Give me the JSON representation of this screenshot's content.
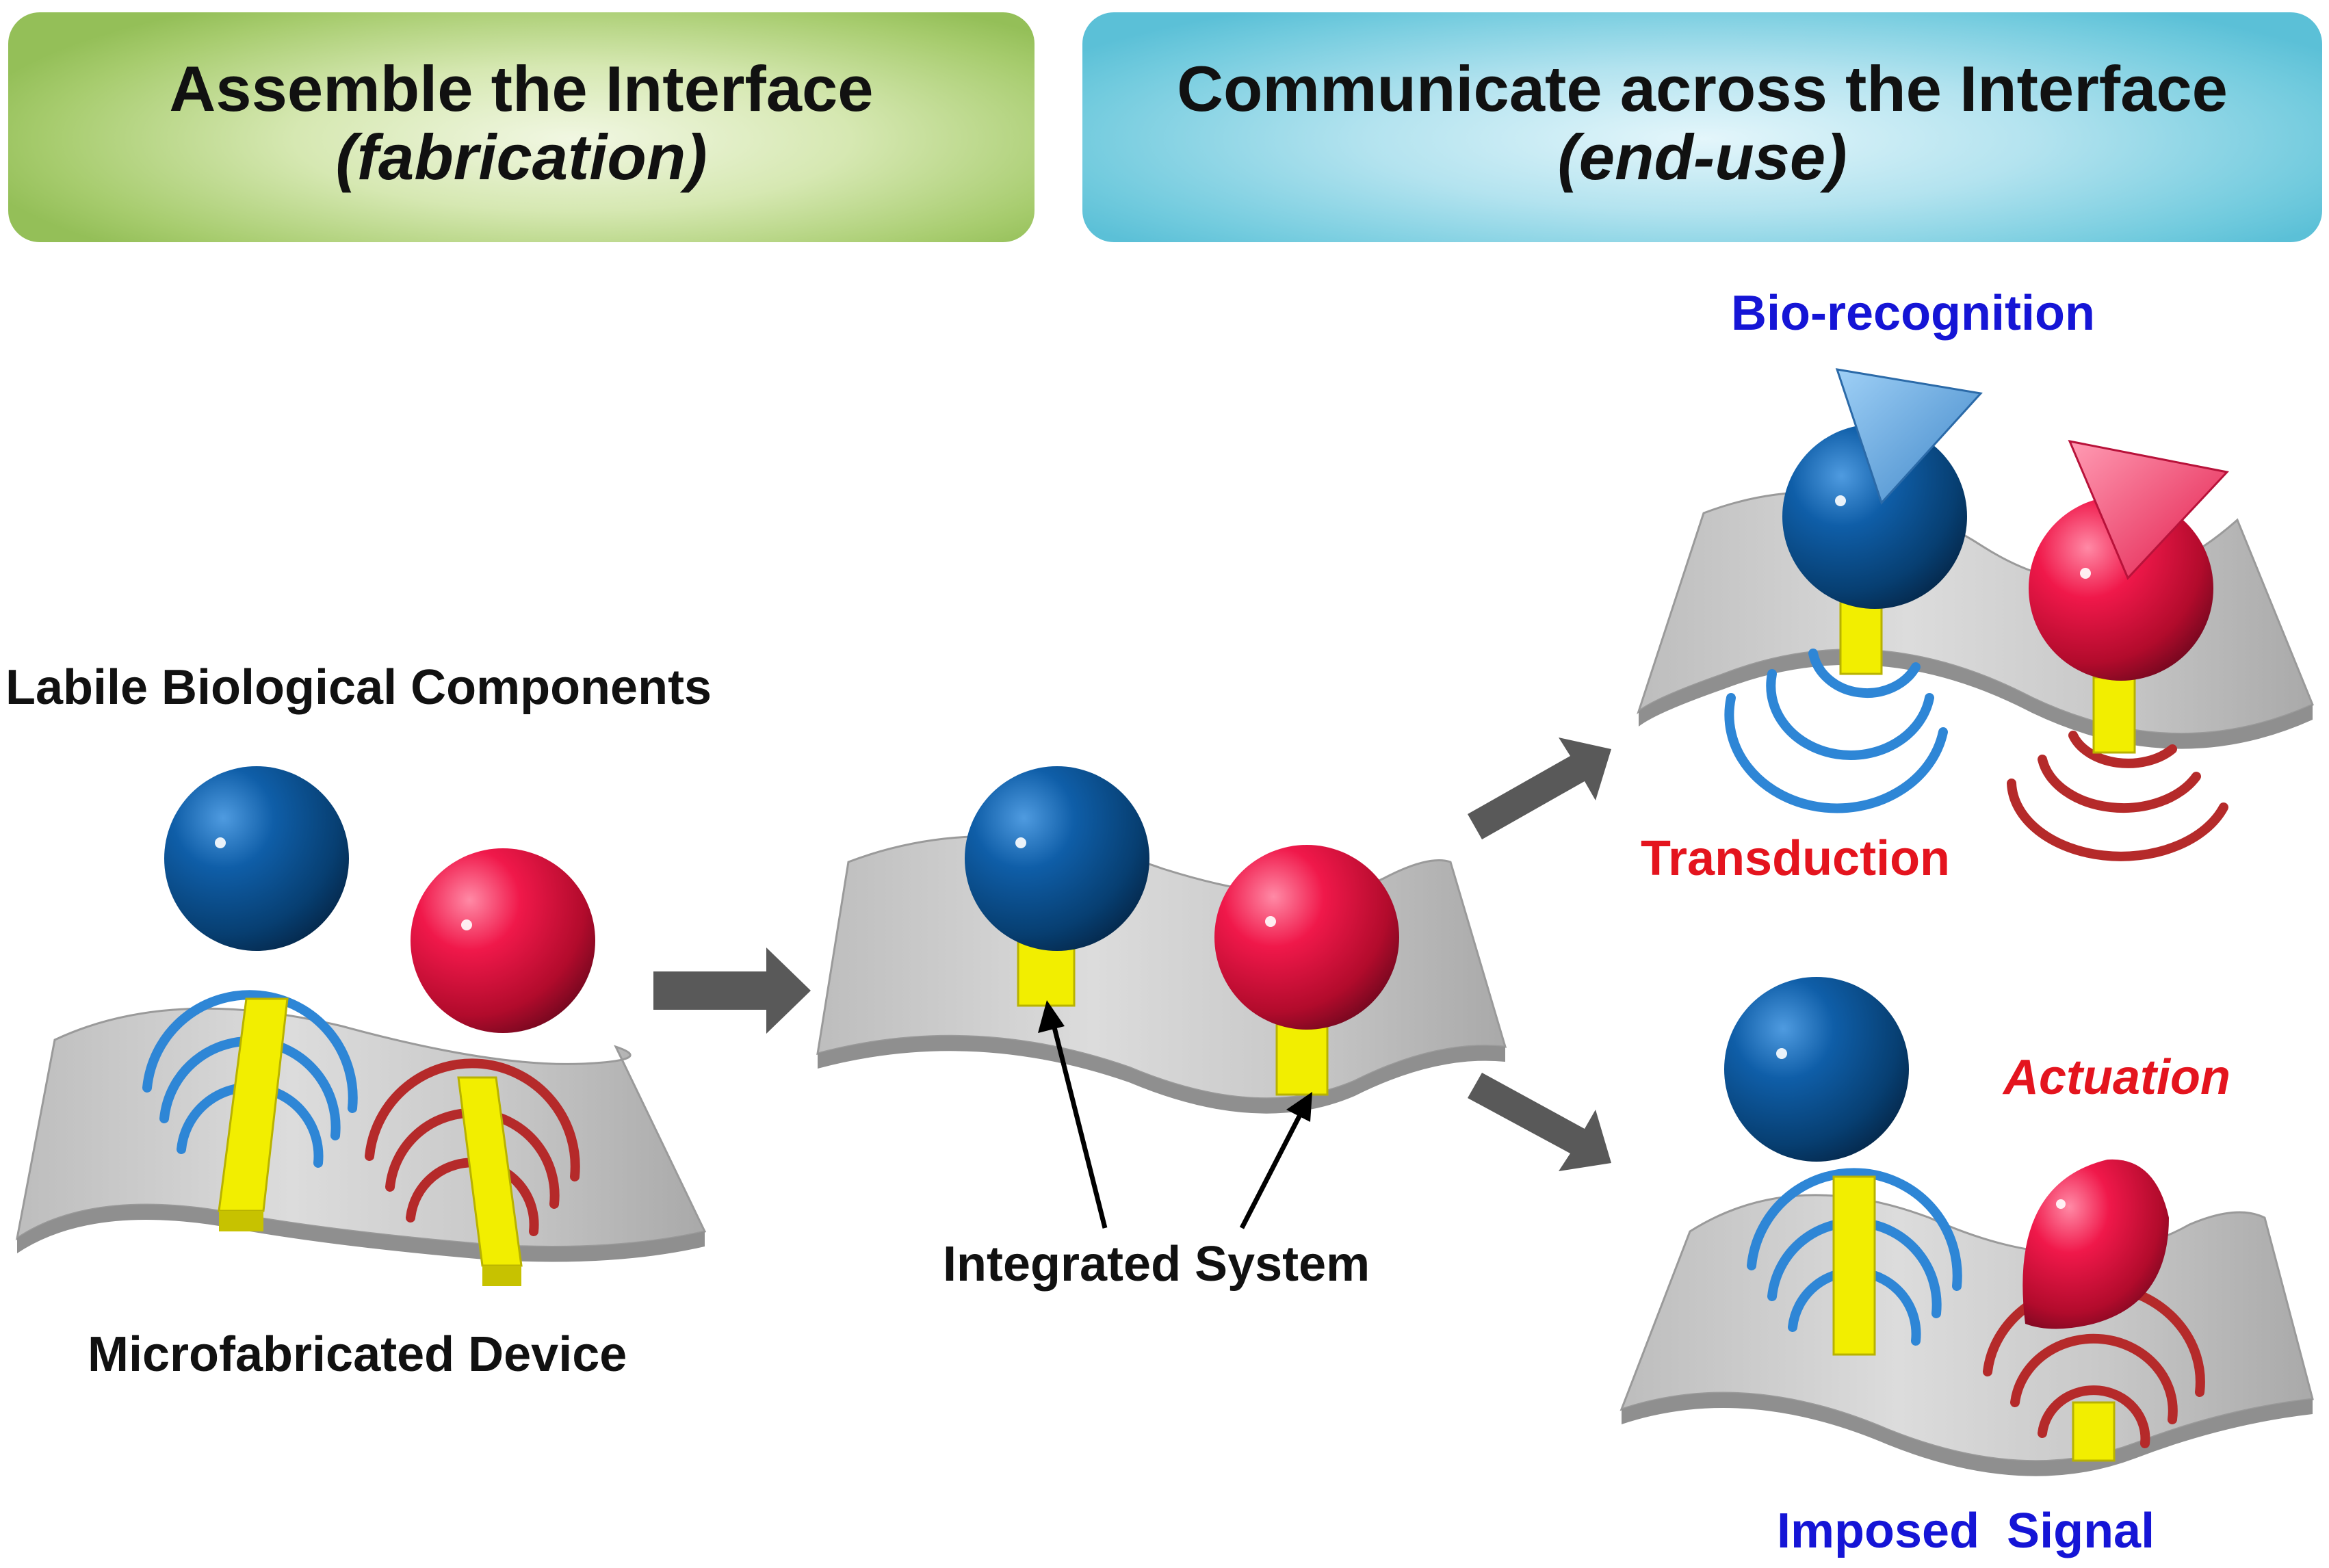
{
  "banners": {
    "fabrication": {
      "title": "Assemble the Interface",
      "subtitle": "(fabrication)"
    },
    "end_use": {
      "title": "Communicate across the Interface",
      "subtitle": "(end-use)"
    }
  },
  "labels": {
    "labile_components": "Labile Biological Components",
    "microfabricated_device": "Microfabricated Device",
    "integrated_system": "Integrated System",
    "bio_recognition": "Bio-recognition",
    "transduction": "Transduction",
    "actuation": "Actuation",
    "imposed_signal": "Imposed  Signal"
  },
  "colors": {
    "blue_label": "#1515d6",
    "red_label": "#e4141e",
    "blue_sphere": "#0b4f8e",
    "red_sphere": "#e0143c",
    "surface": "#c6c6c6",
    "post": "#f2ee00",
    "blue_wave": "#2e86d6",
    "red_wave": "#b52a2a",
    "arrow": "#595959"
  }
}
